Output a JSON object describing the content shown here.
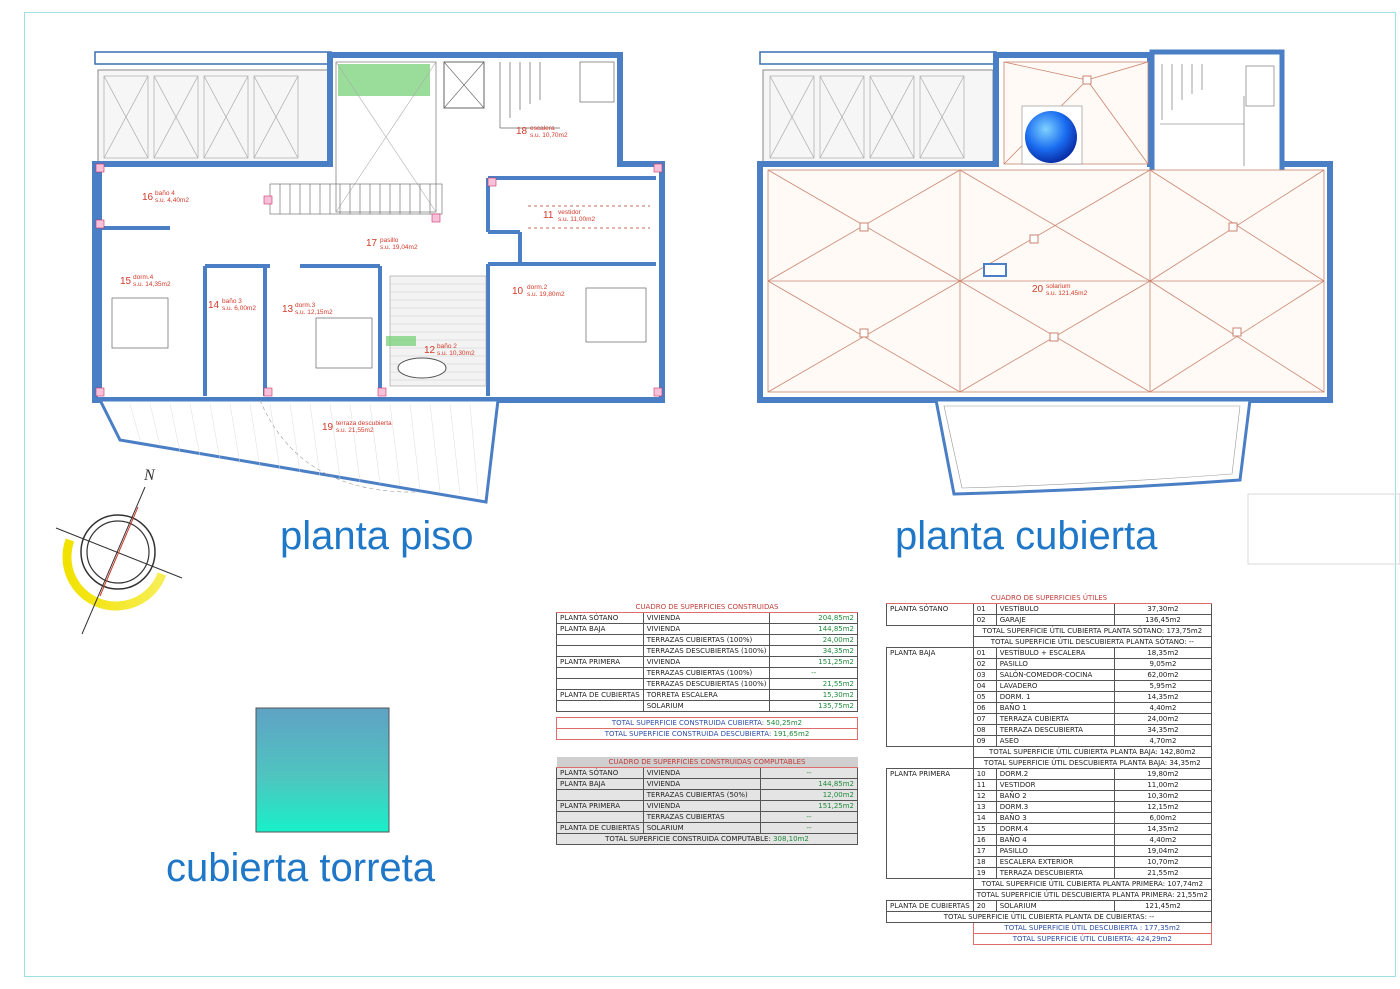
{
  "titles": {
    "planta_piso": "planta piso",
    "planta_cubierta": "planta cubierta",
    "cubierta_torreta": "cubierta torreta"
  },
  "compass": {
    "north": "N"
  },
  "rooms_piso": [
    {
      "num": "18",
      "name": "escalera",
      "area": "s.u. 10,70m2"
    },
    {
      "num": "16",
      "name": "baño 4",
      "area": "s.u. 4,40m2"
    },
    {
      "num": "11",
      "name": "vestidor",
      "area": "s.u. 11,00m2"
    },
    {
      "num": "17",
      "name": "pasillo",
      "area": "s.u. 19,04m2"
    },
    {
      "num": "15",
      "name": "dorm.4",
      "area": "s.u. 14,35m2"
    },
    {
      "num": "14",
      "name": "baño 3",
      "area": "s.u. 6,00m2"
    },
    {
      "num": "13",
      "name": "dorm.3",
      "area": "s.u. 12,15m2"
    },
    {
      "num": "10",
      "name": "dorm.2",
      "area": "s.u. 19,80m2"
    },
    {
      "num": "12",
      "name": "baño 2",
      "area": "s.u. 10,30m2"
    },
    {
      "num": "19",
      "name": "terraza descubierta",
      "area": "s.u. 21,55m2"
    }
  ],
  "rooms_cubierta": [
    {
      "num": "20",
      "name": "solarium",
      "area": "s.u. 121,45m2"
    }
  ],
  "construidas": {
    "title": "CUADRO DE SUPERFICIES CONSTRUIDAS",
    "rows": [
      {
        "group": "PLANTA SÓTANO",
        "item": "VIVIENDA",
        "value": "204,85m2"
      },
      {
        "group": "PLANTA BAJA",
        "item": "VIVIENDA",
        "value": "144,85m2"
      },
      {
        "group": "",
        "item": "TERRAZAS CUBIERTAS (100%)",
        "value": "24,00m2"
      },
      {
        "group": "",
        "item": "TERRAZAS DESCUBIERTAS (100%)",
        "value": "34,35m2"
      },
      {
        "group": "PLANTA PRIMERA",
        "item": "VIVIENDA",
        "value": "151,25m2"
      },
      {
        "group": "",
        "item": "TERRAZAS CUBIERTAS (100%)",
        "value": "--"
      },
      {
        "group": "",
        "item": "TERRAZAS DESCUBIERTAS (100%)",
        "value": "21,55m2"
      },
      {
        "group": "PLANTA DE CUBIERTAS",
        "item": "TORRETA ESCALERA",
        "value": "15,30m2"
      },
      {
        "group": "",
        "item": "SOLARIUM",
        "value": "135,75m2"
      }
    ],
    "total_cubierta_label": "TOTAL SUPERFICIE CONSTRUIDA CUBIERTA:",
    "total_cubierta_value": "540,25m2",
    "total_descubierta_label": "TOTAL SUPERFICIE CONSTRUIDA DESCUBIERTA:",
    "total_descubierta_value": "191,65m2"
  },
  "computables": {
    "title": "CUADRO DE SUPERFICIES CONSTRUIDAS COMPUTABLES",
    "rows": [
      {
        "group": "PLANTA SÓTANO",
        "item": "VIVIENDA",
        "value": "--"
      },
      {
        "group": "PLANTA BAJA",
        "item": "VIVIENDA",
        "value": "144,85m2"
      },
      {
        "group": "",
        "item": "TERRAZAS CUBIERTAS (50%)",
        "value": "12,00m2"
      },
      {
        "group": "PLANTA PRIMERA",
        "item": "VIVIENDA",
        "value": "151,25m2"
      },
      {
        "group": "",
        "item": "TERRAZAS CUBIERTAS",
        "value": "--"
      },
      {
        "group": "PLANTA DE CUBIERTAS",
        "item": "SOLARIUM",
        "value": "--"
      }
    ],
    "total_label": "TOTAL SUPERFICIE CONSTRUIDA COMPUTABLE:",
    "total_value": "308,10m2"
  },
  "utiles": {
    "title": "CUADRO DE SUPERFICIES ÚTILES",
    "groups": [
      {
        "name": "PLANTA SÓTANO",
        "rows": [
          {
            "n": "01",
            "item": "VESTÍBULO",
            "value": "37,30m2"
          },
          {
            "n": "02",
            "item": "GARAJE",
            "value": "136,45m2"
          }
        ],
        "totals": [
          {
            "label": "TOTAL SUPERFICIE ÚTIL CUBIERTA PLANTA SÓTANO:",
            "value": "173,75m2"
          },
          {
            "label": "TOTAL SUPERFICIE ÚTIL DESCUBIERTA PLANTA SÓTANO:",
            "value": "--"
          }
        ]
      },
      {
        "name": "PLANTA BAJA",
        "rows": [
          {
            "n": "01",
            "item": "VESTÍBULO + ESCALERA",
            "value": "18,35m2"
          },
          {
            "n": "02",
            "item": "PASILLO",
            "value": "9,05m2"
          },
          {
            "n": "03",
            "item": "SALÓN-COMEDOR-COCINA",
            "value": "62,00m2"
          },
          {
            "n": "04",
            "item": "LAVADERO",
            "value": "5,95m2"
          },
          {
            "n": "05",
            "item": "DORM. 1",
            "value": "14,35m2"
          },
          {
            "n": "06",
            "item": "BAÑO 1",
            "value": "4,40m2"
          },
          {
            "n": "07",
            "item": "TERRAZA CUBIERTA",
            "value": "24,00m2"
          },
          {
            "n": "08",
            "item": "TERRAZA DESCUBIERTA",
            "value": "34,35m2"
          },
          {
            "n": "09",
            "item": "ASEO",
            "value": "4,70m2"
          }
        ],
        "totals": [
          {
            "label": "TOTAL SUPERFICIE ÚTIL CUBIERTA PLANTA BAJA:",
            "value": "142,80m2"
          },
          {
            "label": "TOTAL SUPERFICIE ÚTIL DESCUBIERTA PLANTA BAJA:",
            "value": "34,35m2"
          }
        ]
      },
      {
        "name": "PLANTA PRIMERA",
        "rows": [
          {
            "n": "10",
            "item": "DORM.2",
            "value": "19,80m2"
          },
          {
            "n": "11",
            "item": "VESTIDOR",
            "value": "11,00m2"
          },
          {
            "n": "12",
            "item": "BAÑO 2",
            "value": "10,30m2"
          },
          {
            "n": "13",
            "item": "DORM.3",
            "value": "12,15m2"
          },
          {
            "n": "14",
            "item": "BAÑO 3",
            "value": "6,00m2"
          },
          {
            "n": "15",
            "item": "DORM.4",
            "value": "14,35m2"
          },
          {
            "n": "16",
            "item": "BAÑO 4",
            "value": "4,40m2"
          },
          {
            "n": "17",
            "item": "PASILLO",
            "value": "19,04m2"
          },
          {
            "n": "18",
            "item": "ESCALERA EXTERIOR",
            "value": "10,70m2"
          },
          {
            "n": "19",
            "item": "TERRAZA DESCUBIERTA",
            "value": "21,55m2"
          }
        ],
        "totals": [
          {
            "label": "TOTAL SUPERFICIE ÚTIL CUBIERTA PLANTA PRIMERA:",
            "value": "107,74m2"
          },
          {
            "label": "TOTAL SUPERFICIE ÚTIL DESCUBIERTA PLANTA PRIMERA:",
            "value": "21,55m2"
          }
        ]
      },
      {
        "name": "PLANTA DE CUBIERTAS",
        "rows": [
          {
            "n": "20",
            "item": "SOLARIUM",
            "value": "121,45m2"
          }
        ],
        "totals": [
          {
            "label": "TOTAL SUPERFICIE ÚTIL CUBIERTA PLANTA DE CUBIERTAS:",
            "value": "--"
          }
        ]
      }
    ],
    "grand_totals": [
      {
        "label": "TOTAL SUPERFICIE ÚTIL DESCUBIERTA :",
        "value": "177,35m2"
      },
      {
        "label": "TOTAL SUPERFICIE ÚTIL CUBIERTA:",
        "value": "424,29m2"
      }
    ]
  }
}
